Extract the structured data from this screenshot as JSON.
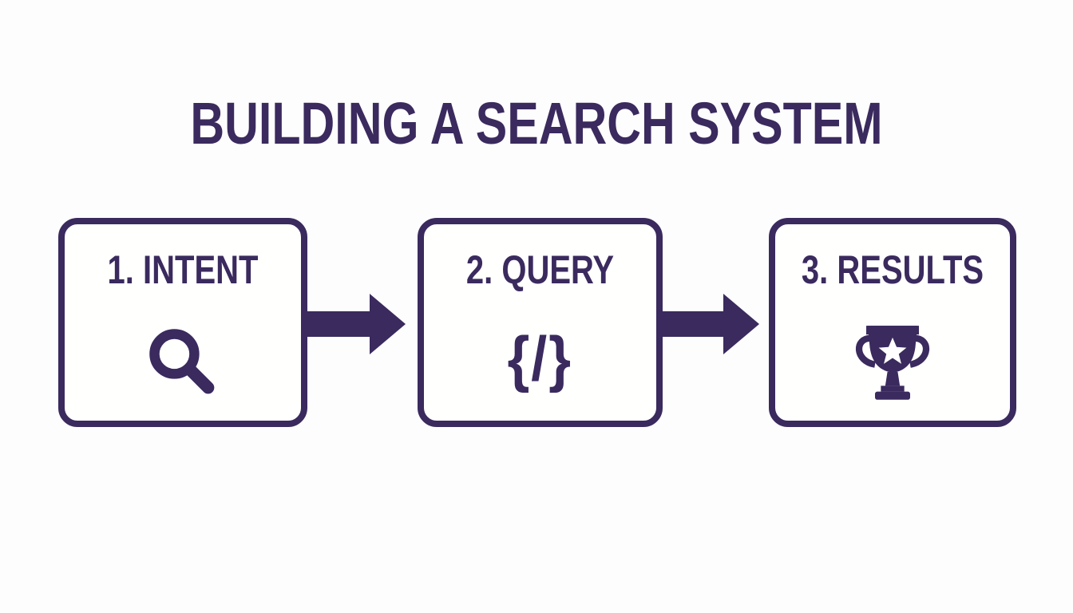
{
  "colors": {
    "accent": "#3a2a5e",
    "background": "#fdfdfd",
    "box_fill": "#fffffe",
    "star_fill": "#ffffff"
  },
  "title": "BUILDING A SEARCH SYSTEM",
  "steps": [
    {
      "label": "1. INTENT",
      "icon": "search-icon"
    },
    {
      "label": "2. QUERY",
      "icon": "code-icon",
      "icon_glyph": "{/}"
    },
    {
      "label": "3. RESULTS",
      "icon": "trophy-icon"
    }
  ],
  "connectors": [
    {
      "icon": "arrow-right-icon",
      "from": "1. INTENT",
      "to": "2. QUERY"
    },
    {
      "icon": "arrow-right-icon",
      "from": "2. QUERY",
      "to": "3. RESULTS"
    }
  ]
}
